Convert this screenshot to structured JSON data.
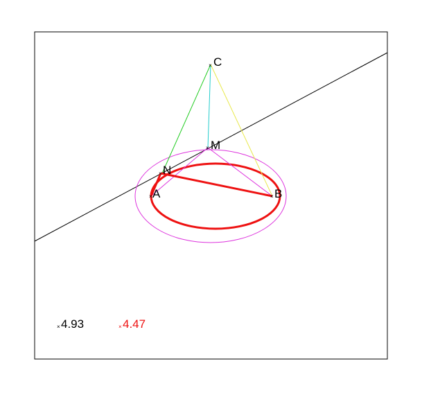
{
  "colors": {
    "frame": "#000000",
    "line": "#000000",
    "segment_CN": "#22cc22",
    "segment_CM": "#22cccc",
    "segment_CB": "#e8e84a",
    "magenta": "#dd33dd",
    "red": "#ee1111",
    "label": "#000000"
  },
  "points": {
    "A": "A",
    "B": "B",
    "C": "C",
    "M": "M",
    "N": "N"
  },
  "readouts": {
    "black_value": "4.93",
    "red_value": "4.47"
  },
  "icons": {
    "point_marker": "x-mark-icon"
  }
}
